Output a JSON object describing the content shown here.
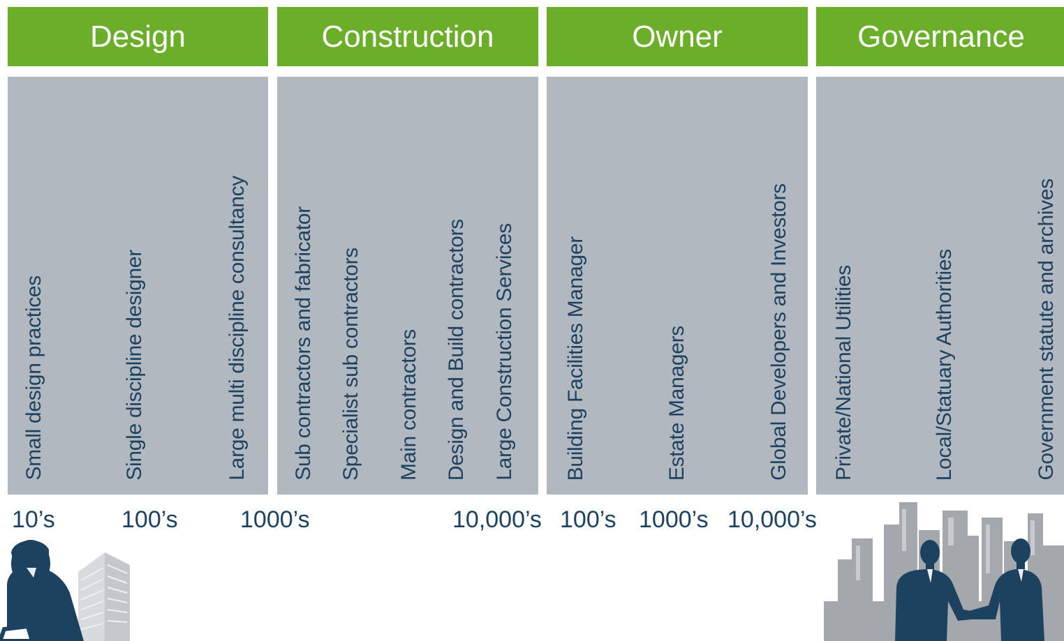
{
  "headers": [
    "Design",
    "Construction",
    "Owner",
    "Governance"
  ],
  "design": {
    "items": [
      "Small design practices",
      "Single discipline designer",
      "Large multi discipline consultancy"
    ],
    "scale": [
      "10’s",
      "100’s",
      "1000’s"
    ]
  },
  "construction": {
    "items": [
      "Sub contractors and fabricator",
      "Specialist sub contractors",
      "Main contractors",
      "Design and Build contractors",
      "Large Construction Services"
    ],
    "scale": [
      "10,000’s"
    ]
  },
  "owner": {
    "items": [
      "Building Facilities Manager",
      "Estate Managers",
      "Global Developers and Investors"
    ],
    "scale": [
      "100’s",
      "1000’s",
      "10,000’s"
    ]
  },
  "governance": {
    "items": [
      "Private/National Utilities",
      "Local/Statuary Authorities",
      "Government statute and archives"
    ]
  },
  "colors": {
    "header_green": "#6bae2a",
    "panel_grey": "#b2b8bf",
    "text_navy": "#1d4260",
    "city_grey": "#a4a8ac"
  },
  "icons": [
    "businessman-silhouette-icon",
    "building-silhouette-icon",
    "city-skyline-icon",
    "handshake-silhouette-icon"
  ]
}
